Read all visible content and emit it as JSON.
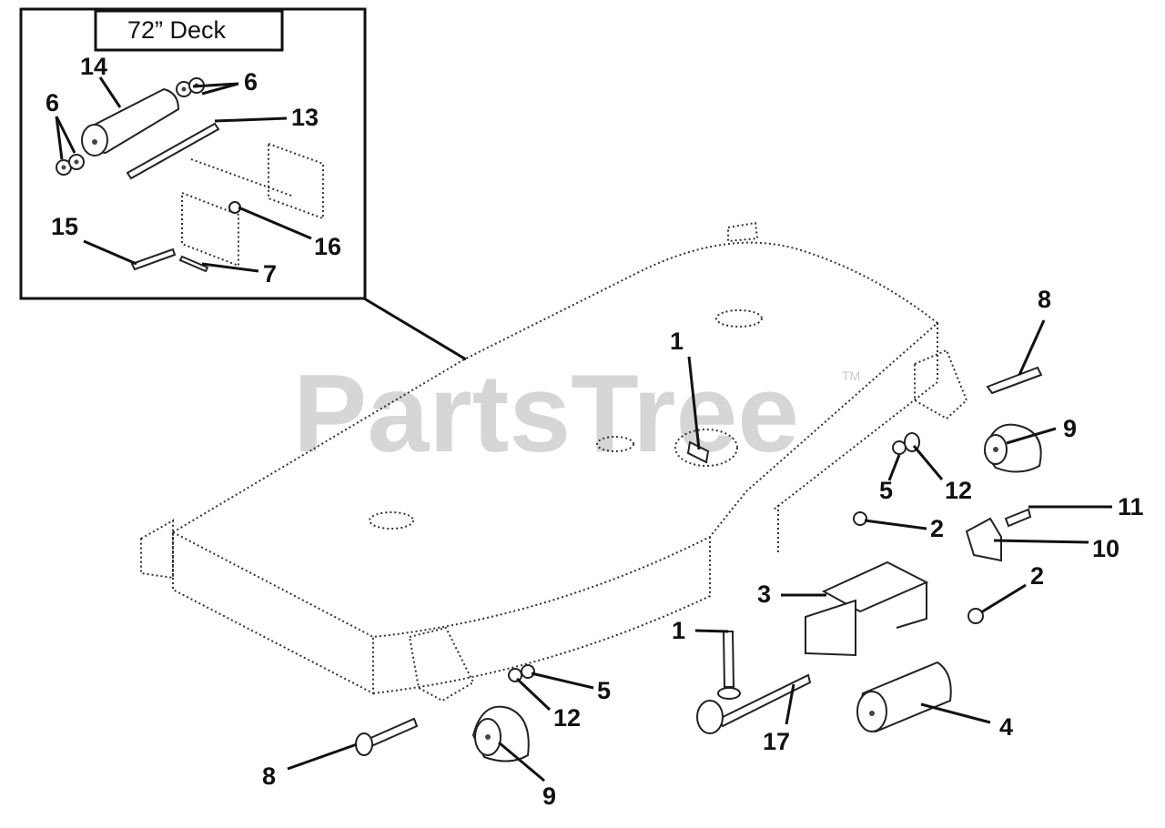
{
  "inset": {
    "title": "72” Deck"
  },
  "watermark": {
    "text": "PartsTree",
    "tm": "TM"
  },
  "callouts": [
    {
      "id": "c-6-left",
      "label": "6"
    },
    {
      "id": "c-14",
      "label": "14"
    },
    {
      "id": "c-6-right",
      "label": "6"
    },
    {
      "id": "c-13",
      "label": "13"
    },
    {
      "id": "c-15",
      "label": "15"
    },
    {
      "id": "c-16",
      "label": "16"
    },
    {
      "id": "c-7",
      "label": "7"
    },
    {
      "id": "c-1-top",
      "label": "1"
    },
    {
      "id": "c-8-right",
      "label": "8"
    },
    {
      "id": "c-9-right",
      "label": "9"
    },
    {
      "id": "c-5-right",
      "label": "5"
    },
    {
      "id": "c-12-right",
      "label": "12"
    },
    {
      "id": "c-11",
      "label": "11"
    },
    {
      "id": "c-2-top",
      "label": "2"
    },
    {
      "id": "c-10",
      "label": "10"
    },
    {
      "id": "c-3",
      "label": "3"
    },
    {
      "id": "c-2-bottom",
      "label": "2"
    },
    {
      "id": "c-1-bottom",
      "label": "1"
    },
    {
      "id": "c-5-left",
      "label": "5"
    },
    {
      "id": "c-12-left",
      "label": "12"
    },
    {
      "id": "c-17",
      "label": "17"
    },
    {
      "id": "c-4",
      "label": "4"
    },
    {
      "id": "c-8-left",
      "label": "8"
    },
    {
      "id": "c-9-left",
      "label": "9"
    }
  ]
}
